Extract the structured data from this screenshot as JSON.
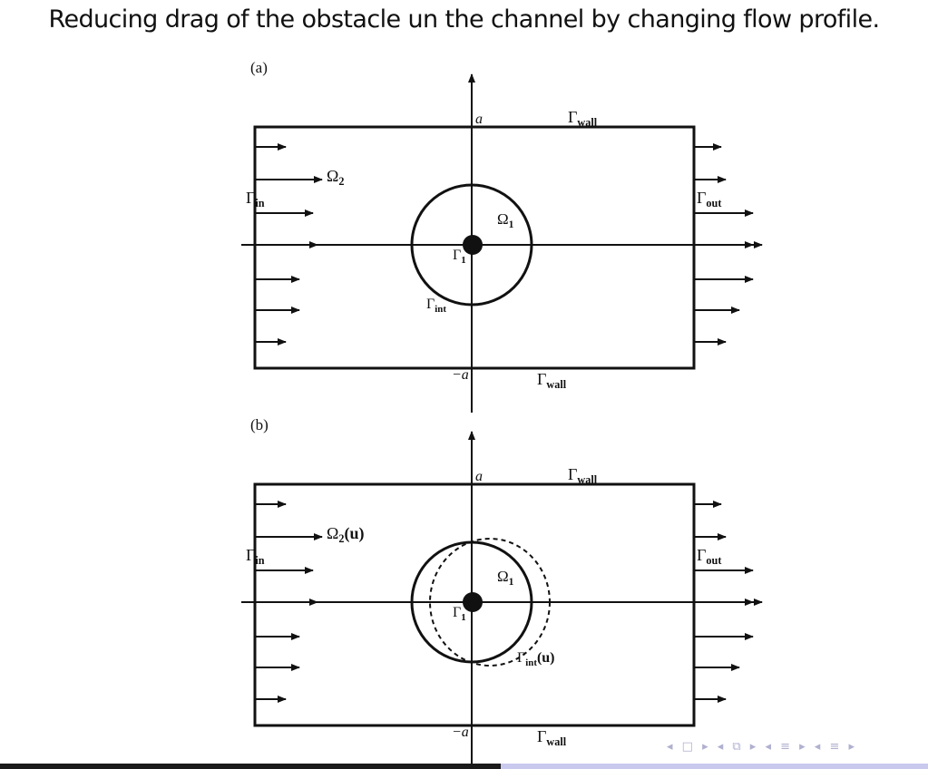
{
  "slide": {
    "title": "Reducing drag of the obstacle un the channel by changing flow profile."
  },
  "panels": [
    {
      "label": "(a)",
      "top": "a",
      "bottom": "−a",
      "wall_top": {
        "base": "Γ",
        "sub": "wall"
      },
      "wall_bottom": {
        "base": "Γ",
        "sub": "wall"
      },
      "inlet": {
        "base": "Γ",
        "sub": "in"
      },
      "outlet": {
        "base": "Γ",
        "sub": "out"
      },
      "outer_domain": {
        "base": "Ω",
        "sub": "2",
        "suffix": ""
      },
      "inner_domain": {
        "base": "Ω",
        "sub": "1"
      },
      "obstacle": {
        "base": "Γ",
        "sub": "1"
      },
      "interface": {
        "base": "Γ",
        "sub": "int",
        "suffix": ""
      },
      "deformed": false
    },
    {
      "label": "(b)",
      "top": "a",
      "bottom": "−a",
      "wall_top": {
        "base": "Γ",
        "sub": "wall"
      },
      "wall_bottom": {
        "base": "Γ",
        "sub": "wall"
      },
      "inlet": {
        "base": "Γ",
        "sub": "in"
      },
      "outlet": {
        "base": "Γ",
        "sub": "out"
      },
      "outer_domain": {
        "base": "Ω",
        "sub": "2",
        "suffix": "(u)"
      },
      "inner_domain": {
        "base": "Ω",
        "sub": "1"
      },
      "obstacle": {
        "base": "Γ",
        "sub": "1"
      },
      "interface": {
        "base": "Γ",
        "sub": "int",
        "suffix": "(u)"
      },
      "deformed": true
    }
  ],
  "nav": {
    "symbols": "◂ □ ▸ ◂ ⧉ ▸ ◂ ≡ ▸ ◂ ≡ ▸"
  },
  "colors": {
    "footer_dark": "#1a1a1a",
    "footer_light": "#c9c9ee",
    "nav": "#b0b0d0"
  }
}
